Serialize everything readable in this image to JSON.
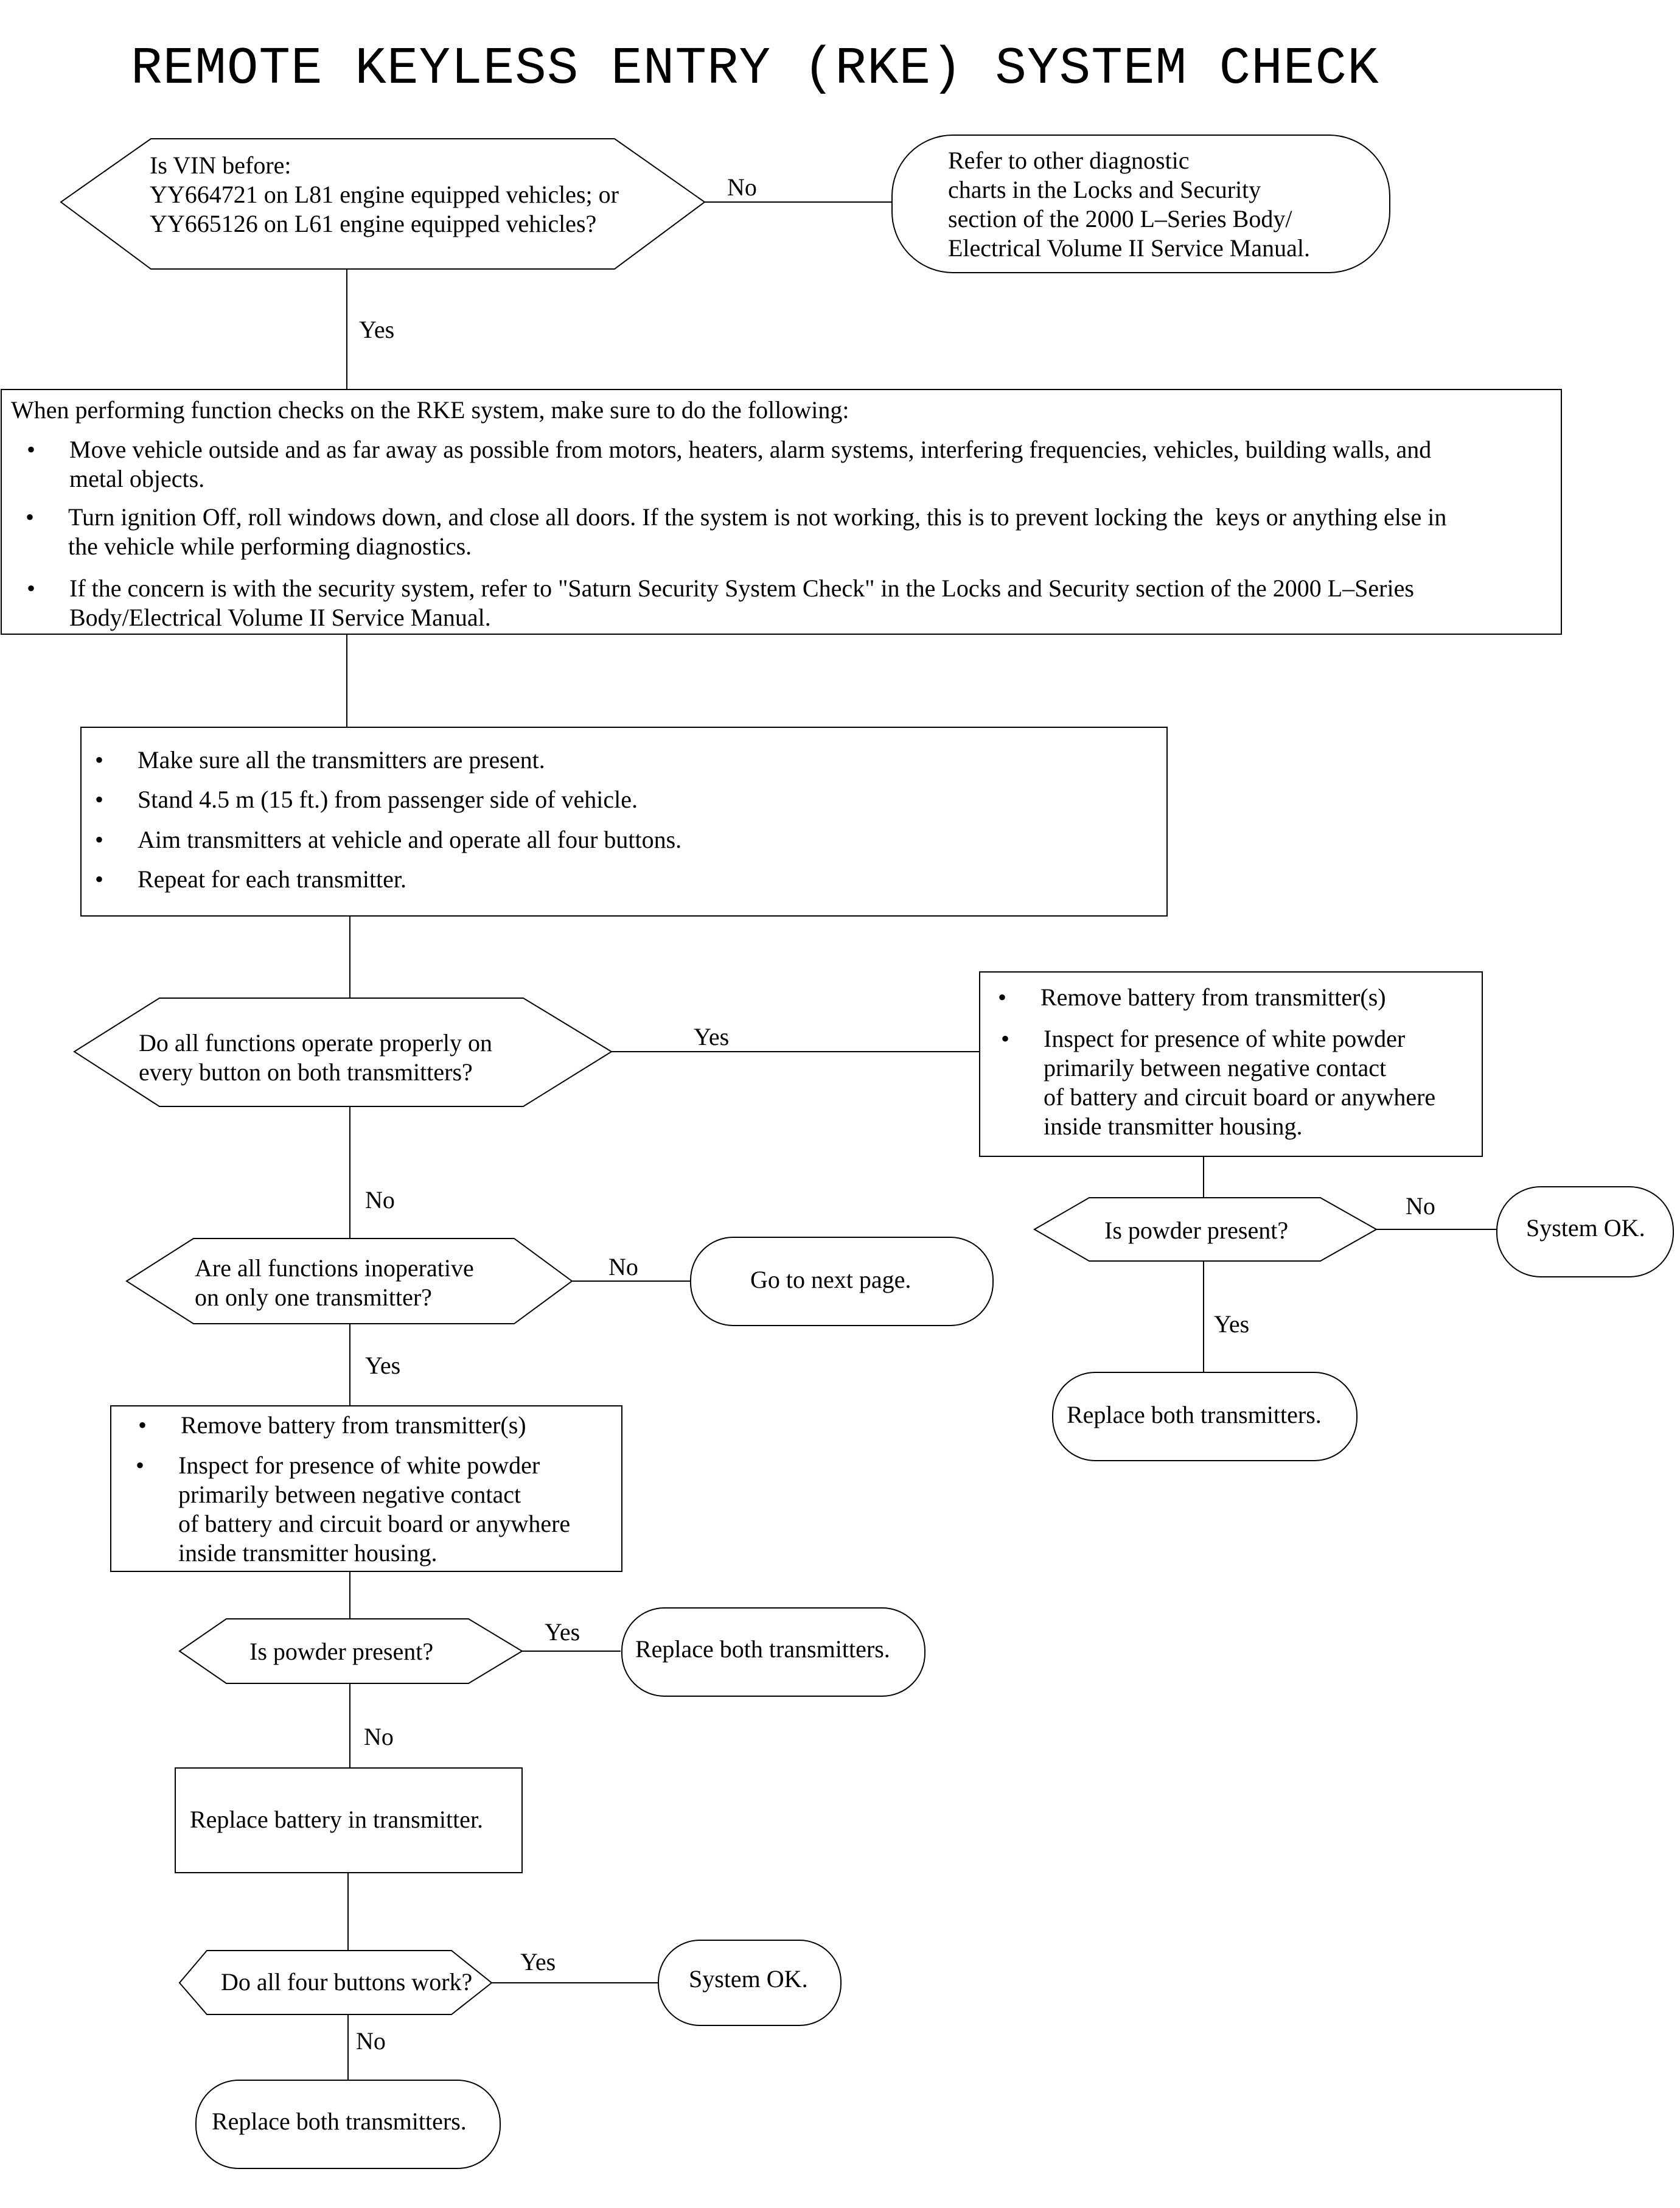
{
  "title": "REMOTE KEYLESS ENTRY (RKE) SYSTEM CHECK",
  "vin_question": "Is VIN before:\nYY664721 on L81 engine equipped vehicles; or\nYY665126 on L61 engine equipped vehicles?",
  "refer_other": "Refer to other diagnostic\ncharts in the Locks and Security\nsection of the 2000 L–Series Body/\nElectrical Volume II Service Manual.",
  "precautions": {
    "intro": "When performing function checks on the RKE system, make sure to do the following:",
    "items": [
      "Move vehicle outside and as far away as possible from motors, heaters, alarm systems, interfering frequencies, vehicles, building walls, and\nmetal objects.",
      "Turn ignition Off, roll windows down, and close all doors. If the system is not working, this is to prevent locking the  keys or anything else in\nthe vehicle while performing diagnostics.",
      "If the concern is with the security system, refer to \"Saturn Security System Check\" in the Locks and Security section of the 2000 L–Series\nBody/Electrical Volume II Service Manual."
    ]
  },
  "transmitter_steps": [
    "Make sure all the transmitters are present.",
    "Stand 4.5 m (15 ft.) from passenger side of vehicle.",
    "Aim transmitters at vehicle and operate all four buttons.",
    "Repeat for each transmitter."
  ],
  "q_all_functions": "Do all functions operate properly on\nevery button on both transmitters?",
  "inspect_right": [
    "Remove battery from transmitter(s)",
    "Inspect for presence of white powder\nprimarily between negative contact\nof battery and circuit board or anywhere\ninside transmitter housing."
  ],
  "q_powder_right": "Is powder present?",
  "system_ok_right": "System OK.",
  "replace_both_right": "Replace both transmitters.",
  "q_inoperative_one": "Are all functions inoperative\non only one transmitter?",
  "go_next_page": "Go to next page.",
  "inspect_left": [
    "Remove battery from transmitter(s)",
    "Inspect for presence of white powder\nprimarily between negative contact\nof battery and circuit board or anywhere\ninside transmitter housing."
  ],
  "q_powder_left": "Is powder present?",
  "replace_both_mid": "Replace both transmitters.",
  "replace_battery": "Replace battery in transmitter.",
  "q_four_buttons": "Do all four buttons work?",
  "system_ok_bottom": "System OK.",
  "replace_both_bottom": "Replace both transmitters.",
  "labels": {
    "no": "No",
    "yes": "Yes",
    "bullet": "•"
  }
}
